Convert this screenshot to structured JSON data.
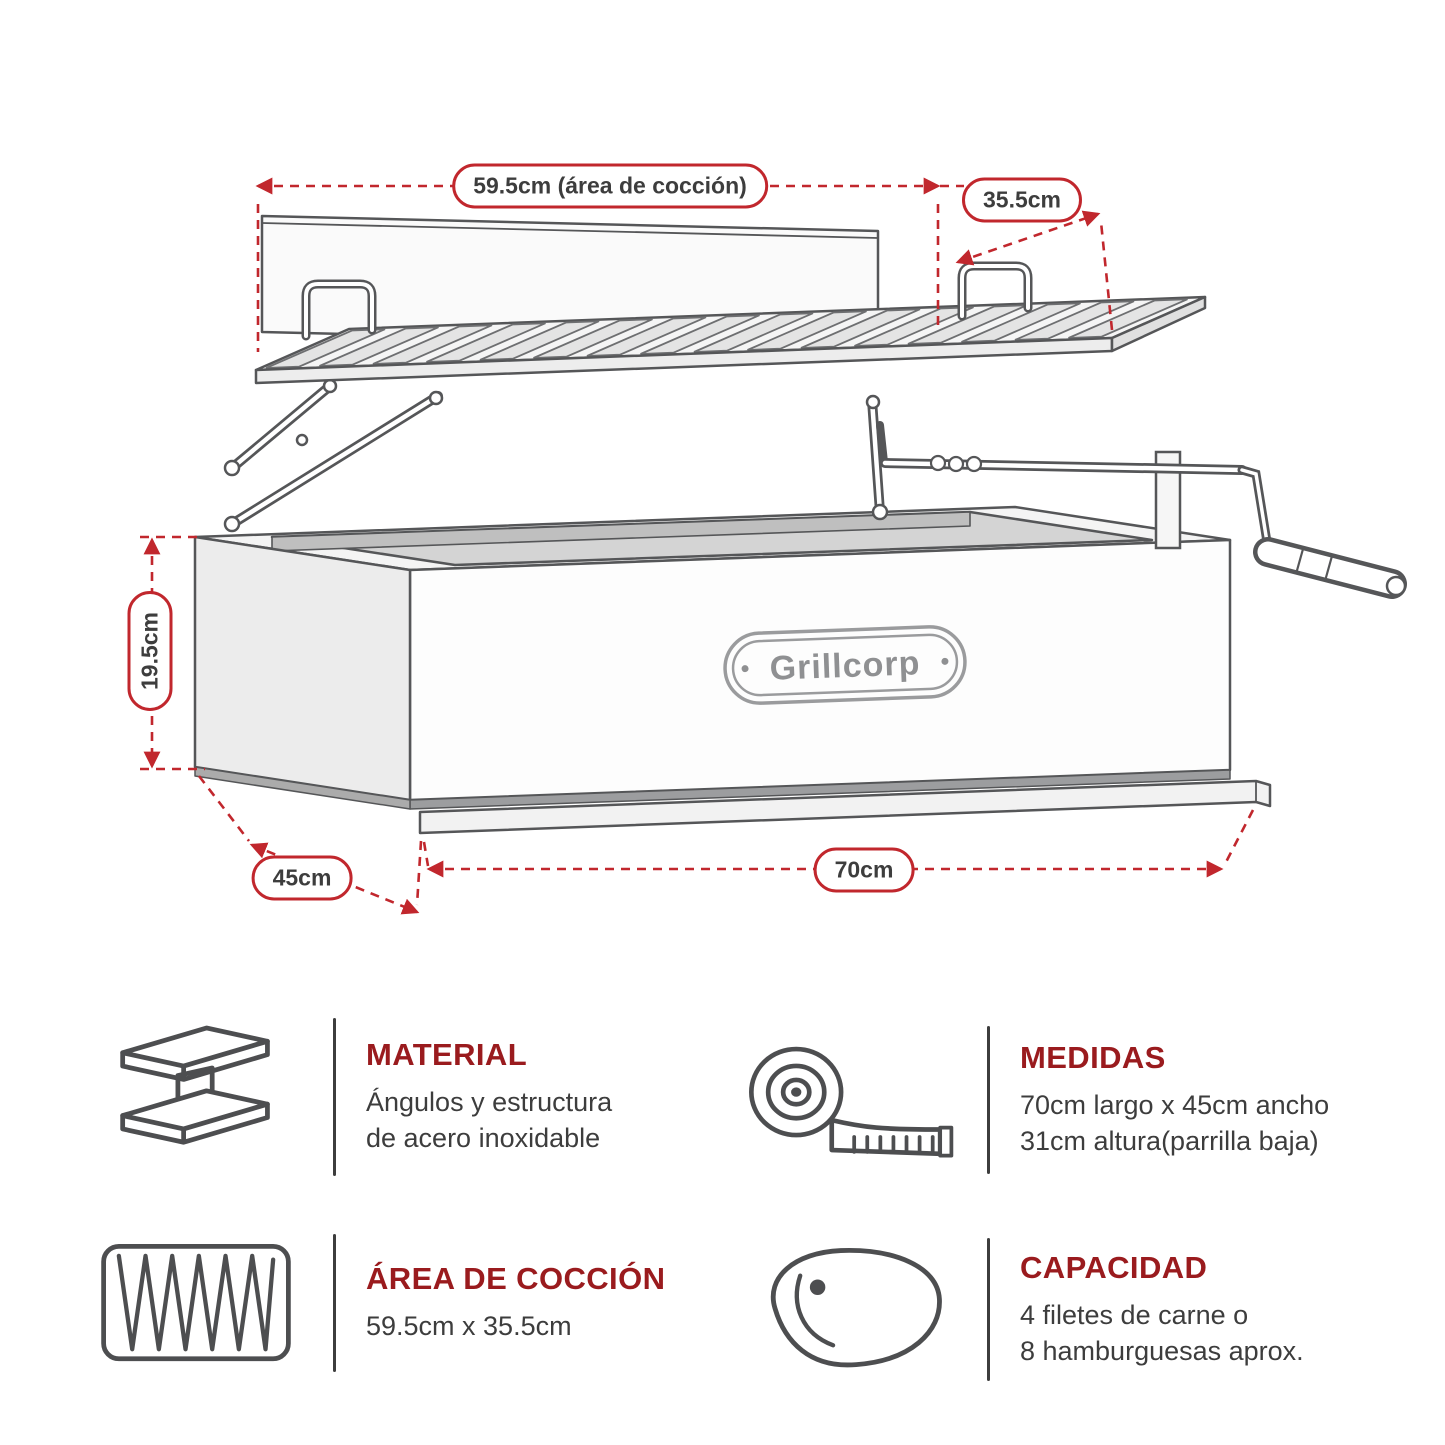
{
  "colors": {
    "accent_red": "#c1272d",
    "heading_maroon": "#9a1b1e",
    "text_dark": "#3d3d3d",
    "line_art_gray": "#555658"
  },
  "diagram": {
    "logo_text": "Grillcorp",
    "labels": {
      "cooking_width": "59.5cm (área de cocción)",
      "cooking_depth": "35.5cm",
      "box_height": "19.5cm",
      "box_width": "45cm",
      "box_length": "70cm"
    }
  },
  "specs": [
    {
      "icon": "steel-beam-icon",
      "title": "MATERIAL",
      "line1": "Ángulos y estructura",
      "line2": "de acero inoxidable"
    },
    {
      "icon": "measuring-tape-icon",
      "title": "MEDIDAS",
      "line1": "70cm largo x 45cm ancho",
      "line2": "31cm altura(parrilla baja)"
    },
    {
      "icon": "grill-plate-icon",
      "title": "ÁREA DE COCCIÓN",
      "line1": "59.5cm x 35.5cm",
      "line2": ""
    },
    {
      "icon": "steak-icon",
      "title": "CAPACIDAD",
      "line1": "4 filetes de carne o",
      "line2": "8 hamburguesas aprox."
    }
  ]
}
